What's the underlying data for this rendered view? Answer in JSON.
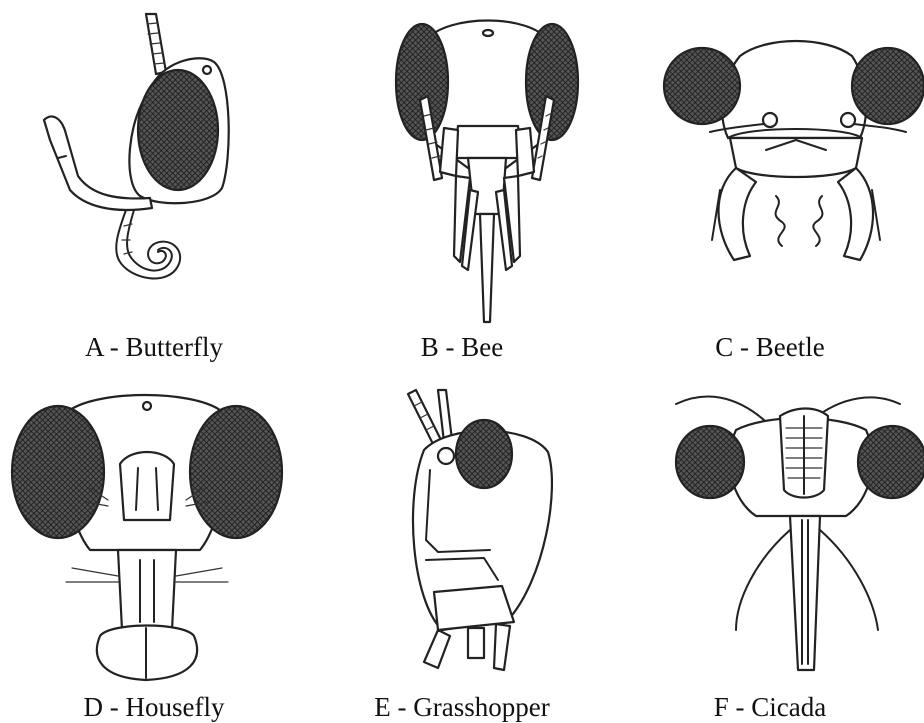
{
  "figure": {
    "panels": [
      {
        "caption": "A - Butterfly"
      },
      {
        "caption": "B - Bee"
      },
      {
        "caption": "C - Beetle"
      },
      {
        "caption": "D - Housefly"
      },
      {
        "caption": "E - Grasshopper"
      },
      {
        "caption": "F - Cicada"
      }
    ]
  }
}
